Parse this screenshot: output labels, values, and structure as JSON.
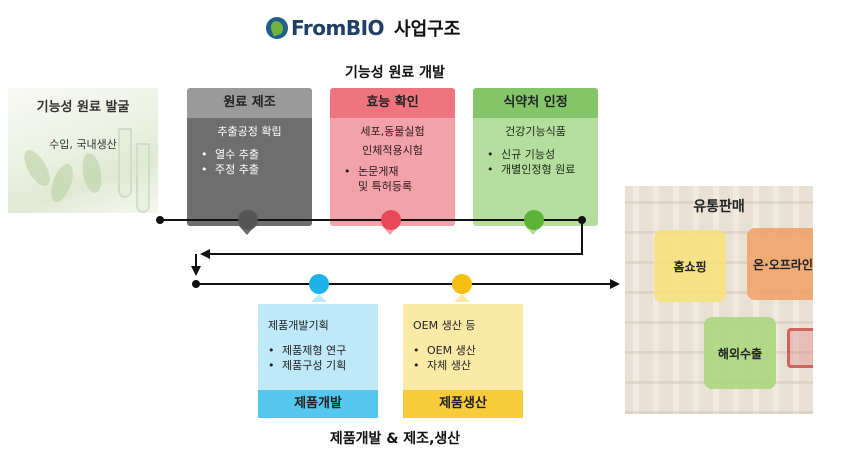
{
  "header": {
    "brand": "FromBIO",
    "suffix": "사업구조"
  },
  "sections": {
    "top_title": "기능성 원료 개발",
    "bottom_title": "제품개발 & 제조,생산"
  },
  "discovery": {
    "title": "기능성 원료 발굴",
    "subtitle": "수입, 국내생산"
  },
  "stages": [
    {
      "title": "원료 제조",
      "lead": "추출공정 확립",
      "items": [
        "열수 추출",
        "주정 추출"
      ],
      "header_color": "#9a9a9a",
      "body_color": "#6e6e6e",
      "dot_color": "#555555"
    },
    {
      "title": "효능 확인",
      "lead": "세포,동물실험",
      "lead2": "인체적용시험",
      "items": [
        "논문게재",
        "및 특허등록"
      ],
      "header_color": "#ee7580",
      "body_color": "#f4a2a9",
      "dot_color": "#e8485a"
    },
    {
      "title": "식약처 인정",
      "lead": "건강기능식품",
      "items": [
        "신규 기능성",
        "개별인정형 원료"
      ],
      "header_color": "#83c568",
      "body_color": "#b4dd9e",
      "dot_color": "#5cb338"
    }
  ],
  "products": [
    {
      "lead": "제품개발기획",
      "items": [
        "제품제형 연구",
        "제품구성 기획"
      ],
      "footer": "제품개발",
      "dot_color": "#1fb3ea"
    },
    {
      "lead": "OEM 생산 등",
      "items": [
        "OEM 생산",
        "자체 생산"
      ],
      "footer": "제품생산",
      "dot_color": "#f5be10"
    }
  ],
  "distribution": {
    "title": "유통판매",
    "channels": [
      "홈쇼핑",
      "온·오프라인",
      "해외수출"
    ]
  }
}
